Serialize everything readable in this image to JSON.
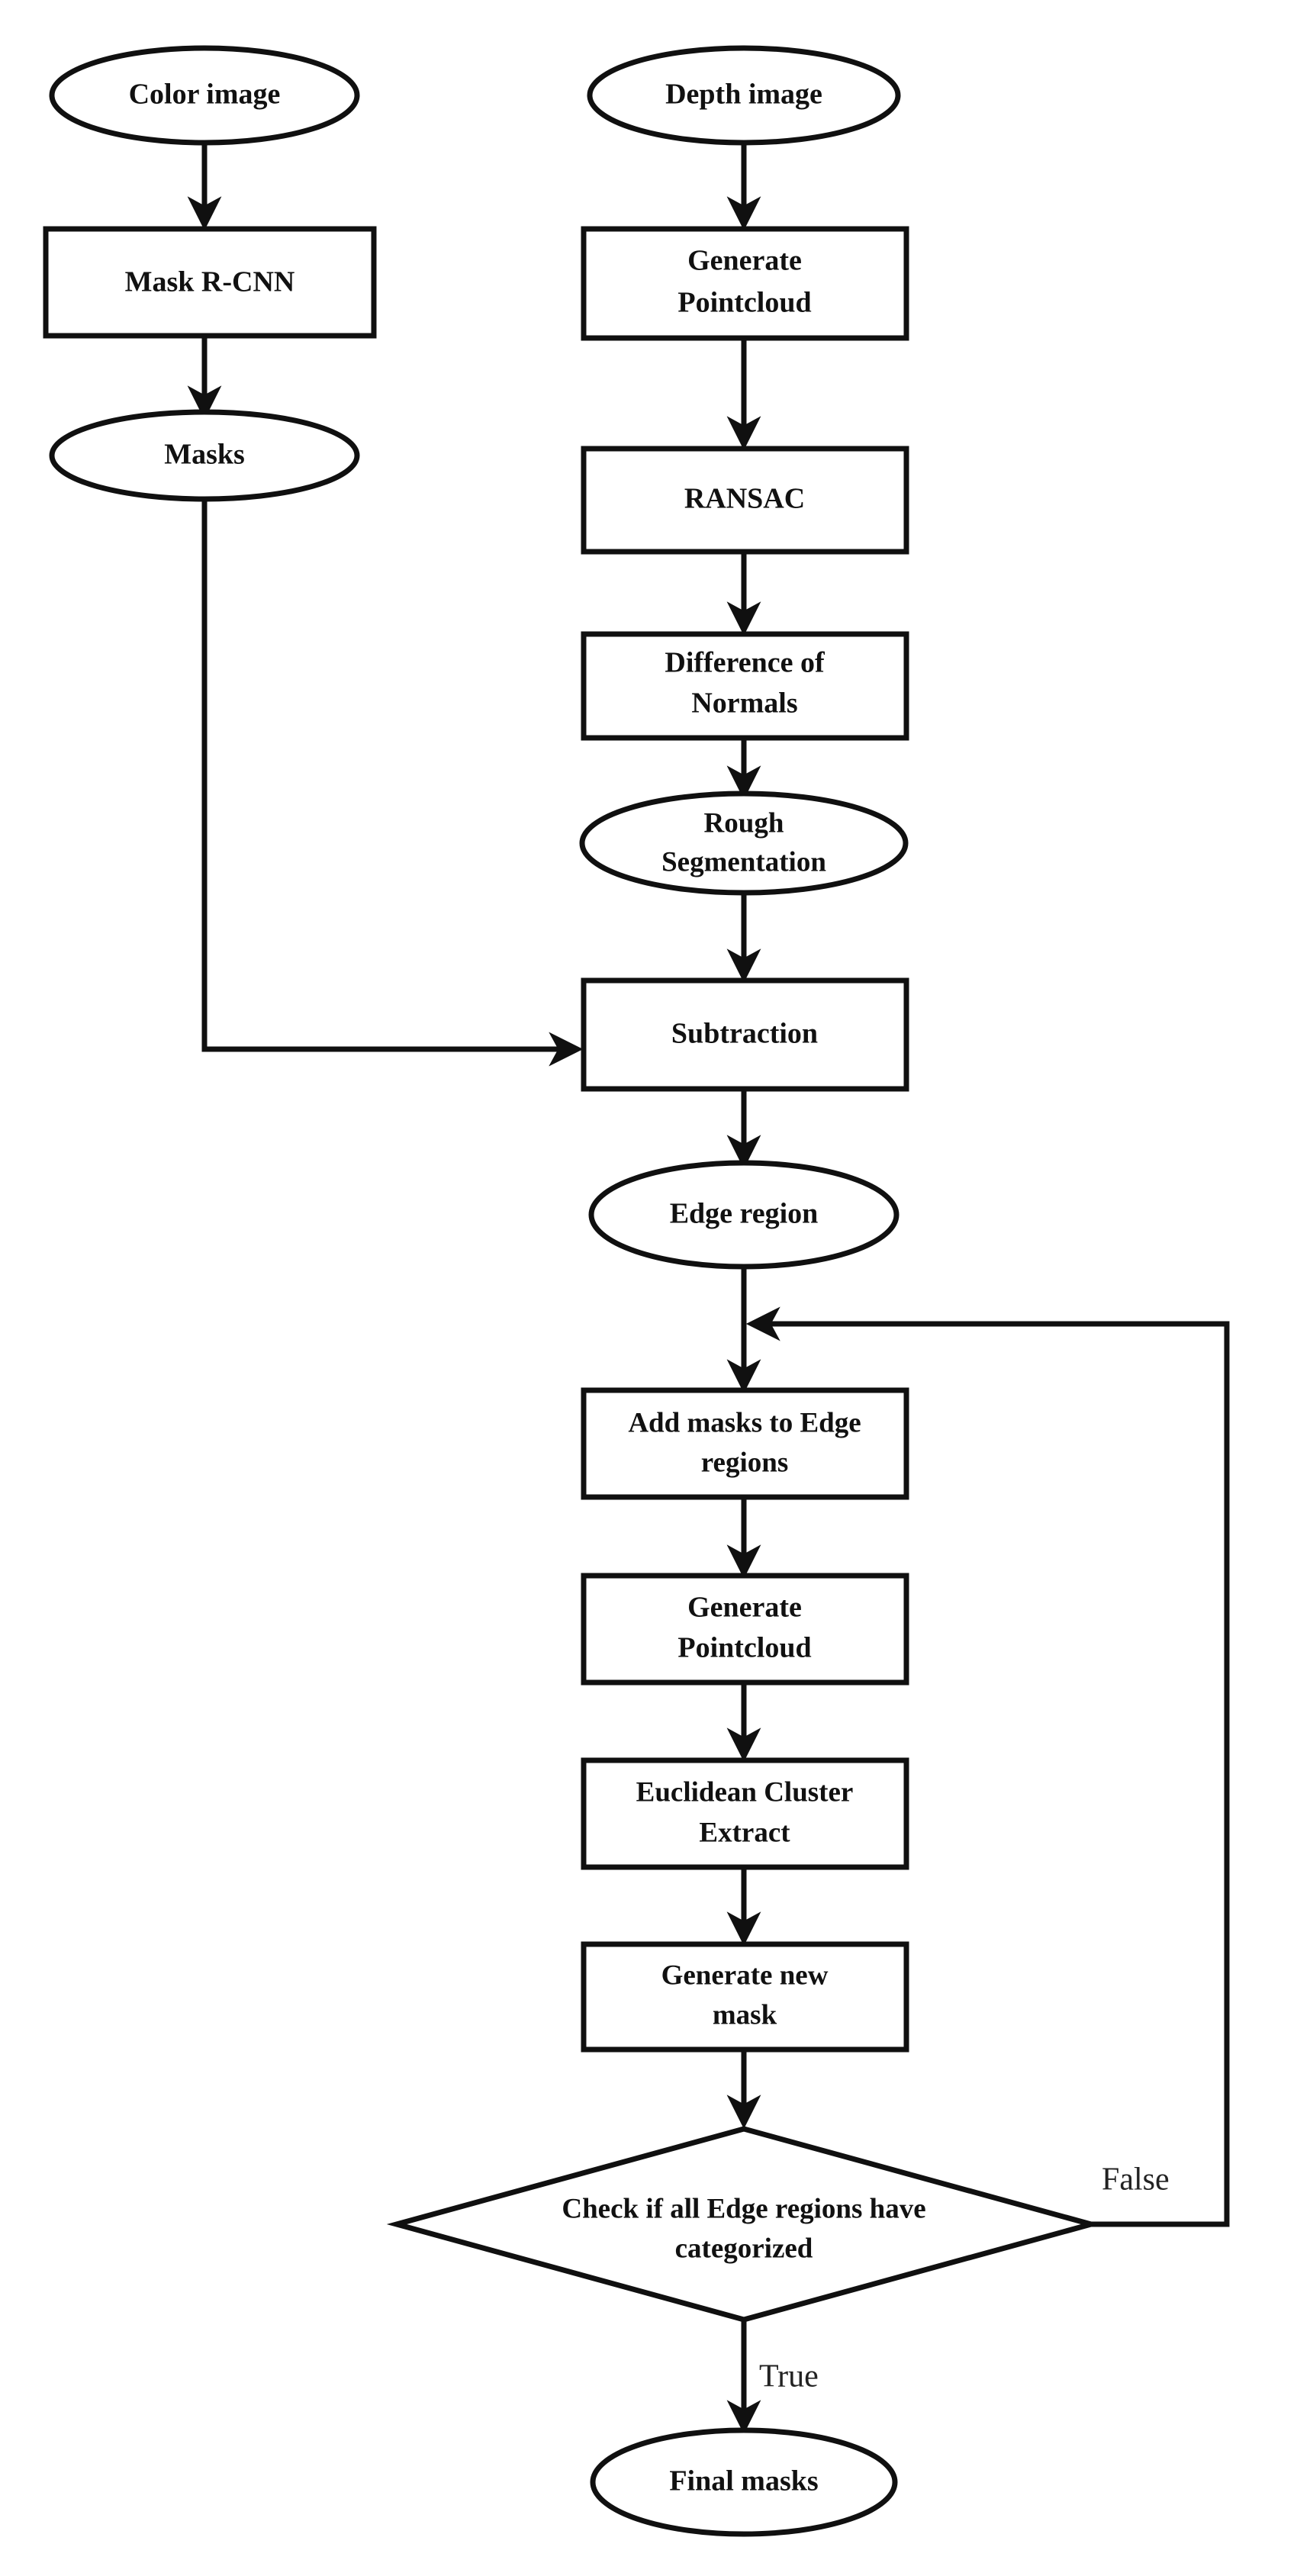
{
  "diagram": {
    "title": "Segmentation pipeline flowchart",
    "type": "flowchart",
    "colors": {
      "background": "#ffffff",
      "stroke": "#101010",
      "fill": "#ffffff",
      "text": "#111111"
    },
    "nodes": [
      {
        "id": "color-image",
        "shape": "ellipse",
        "label": "Color image",
        "lines": [
          "Color image"
        ]
      },
      {
        "id": "mask-rcnn",
        "shape": "rectangle",
        "label": "Mask R-CNN",
        "lines": [
          "Mask R-CNN"
        ]
      },
      {
        "id": "masks",
        "shape": "ellipse",
        "label": "Masks",
        "lines": [
          "Masks"
        ]
      },
      {
        "id": "depth-image",
        "shape": "ellipse",
        "label": "Depth image",
        "lines": [
          "Depth image"
        ]
      },
      {
        "id": "generate-pointcloud-1",
        "shape": "rectangle",
        "label": "Generate Pointcloud",
        "lines": [
          "Generate",
          "Pointcloud"
        ]
      },
      {
        "id": "ransac",
        "shape": "rectangle",
        "label": "RANSAC",
        "lines": [
          "RANSAC"
        ]
      },
      {
        "id": "difference-of-normals",
        "shape": "rectangle",
        "label": "Difference of Normals",
        "lines": [
          "Difference of",
          "Normals"
        ]
      },
      {
        "id": "rough-segmentation",
        "shape": "ellipse",
        "label": "Rough Segmentation",
        "lines": [
          "Rough",
          "Segmentation"
        ]
      },
      {
        "id": "subtraction",
        "shape": "rectangle",
        "label": "Subtraction",
        "lines": [
          "Subtraction"
        ]
      },
      {
        "id": "edge-region",
        "shape": "ellipse",
        "label": "Edge region",
        "lines": [
          "Edge region"
        ]
      },
      {
        "id": "add-masks-to-edge-regions",
        "shape": "rectangle",
        "label": "Add masks to Edge regions",
        "lines": [
          "Add masks to Edge",
          "regions"
        ]
      },
      {
        "id": "generate-pointcloud-2",
        "shape": "rectangle",
        "label": "Generate Pointcloud",
        "lines": [
          "Generate",
          "Pointcloud"
        ]
      },
      {
        "id": "euclidean-cluster-extract",
        "shape": "rectangle",
        "label": "Euclidean Cluster Extract",
        "lines": [
          "Euclidean Cluster",
          "Extract"
        ]
      },
      {
        "id": "generate-new-mask",
        "shape": "rectangle",
        "label": "Generate new mask",
        "lines": [
          "Generate new",
          "mask"
        ]
      },
      {
        "id": "check-decision",
        "shape": "diamond",
        "label": "Check if all Edge regions have categorized",
        "lines": [
          "Check if all Edge regions have",
          "categorized"
        ]
      },
      {
        "id": "final-masks",
        "shape": "ellipse",
        "label": "Final masks",
        "lines": [
          "Final masks"
        ]
      }
    ],
    "edges": [
      {
        "id": "e1",
        "from": "color-image",
        "to": "mask-rcnn",
        "label": ""
      },
      {
        "id": "e2",
        "from": "mask-rcnn",
        "to": "masks",
        "label": ""
      },
      {
        "id": "e3",
        "from": "masks",
        "to": "subtraction",
        "label": ""
      },
      {
        "id": "e4",
        "from": "depth-image",
        "to": "generate-pointcloud-1",
        "label": ""
      },
      {
        "id": "e5",
        "from": "generate-pointcloud-1",
        "to": "ransac",
        "label": ""
      },
      {
        "id": "e6",
        "from": "ransac",
        "to": "difference-of-normals",
        "label": ""
      },
      {
        "id": "e7",
        "from": "difference-of-normals",
        "to": "rough-segmentation",
        "label": ""
      },
      {
        "id": "e8",
        "from": "rough-segmentation",
        "to": "subtraction",
        "label": ""
      },
      {
        "id": "e9",
        "from": "subtraction",
        "to": "edge-region",
        "label": ""
      },
      {
        "id": "e10",
        "from": "edge-region",
        "to": "add-masks-to-edge-regions",
        "label": ""
      },
      {
        "id": "e11",
        "from": "add-masks-to-edge-regions",
        "to": "generate-pointcloud-2",
        "label": ""
      },
      {
        "id": "e12",
        "from": "generate-pointcloud-2",
        "to": "euclidean-cluster-extract",
        "label": ""
      },
      {
        "id": "e13",
        "from": "euclidean-cluster-extract",
        "to": "generate-new-mask",
        "label": ""
      },
      {
        "id": "e14",
        "from": "generate-new-mask",
        "to": "check-decision",
        "label": ""
      },
      {
        "id": "e15",
        "from": "check-decision",
        "to": "final-masks",
        "label": "True"
      },
      {
        "id": "e16",
        "from": "check-decision",
        "to": "add-masks-to-edge-regions",
        "label": "False"
      }
    ],
    "edge_labels": {
      "true_label": "True",
      "false_label": "False"
    }
  }
}
